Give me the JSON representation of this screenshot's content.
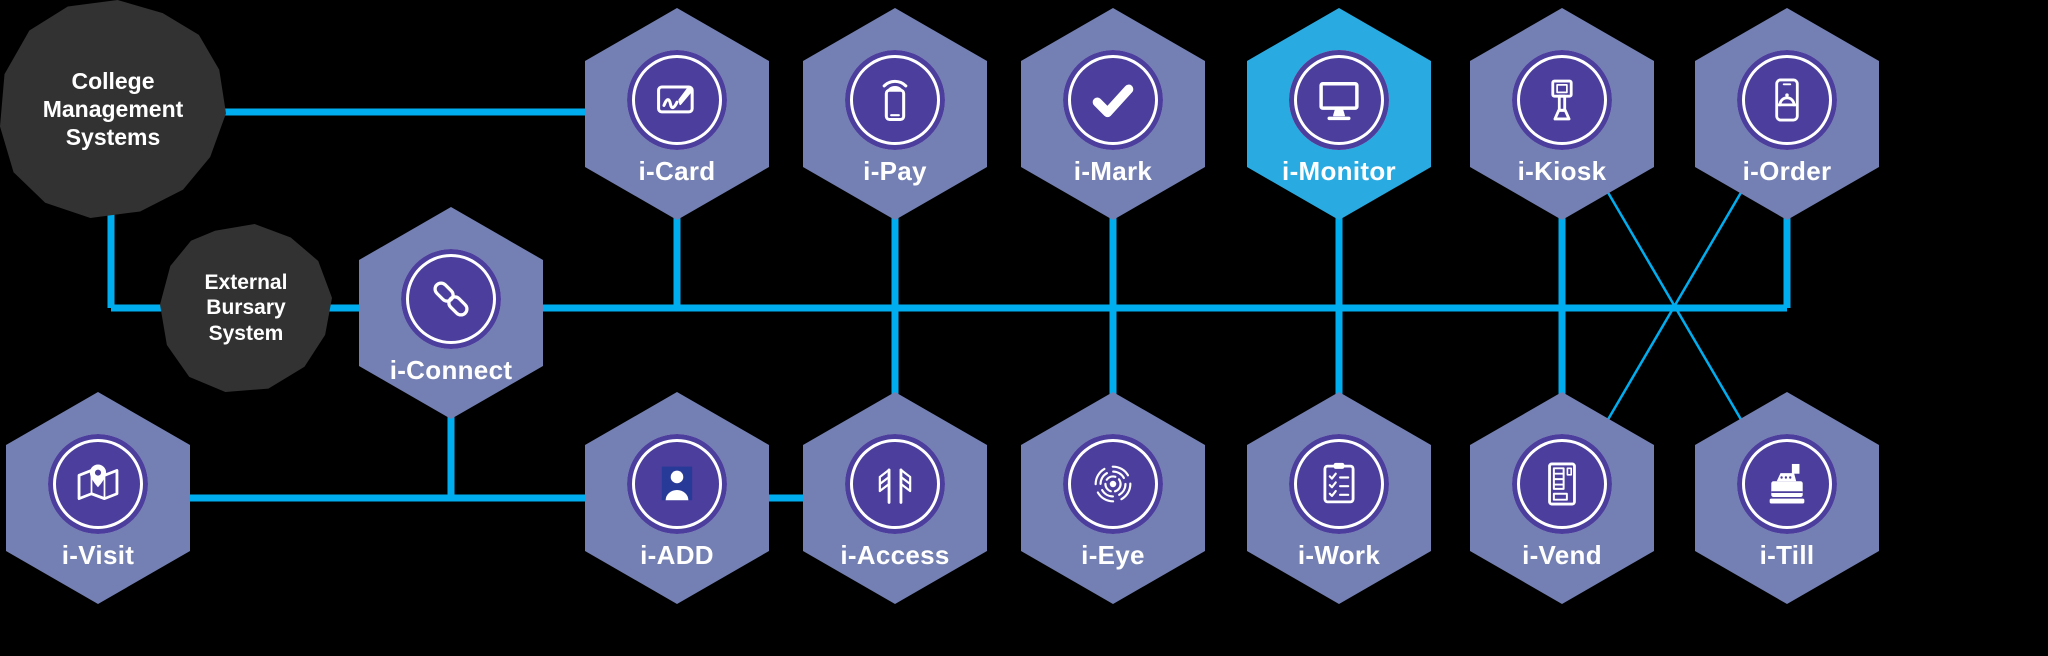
{
  "diagram": {
    "title": "i-Product ecosystem diagram",
    "colors": {
      "background": "#000000",
      "connector": "#00aeef",
      "hexagon": "#7480b3",
      "hexagon_highlight": "#29abe2",
      "icon_circle": "#4b3e9d",
      "external_system": "#323232"
    },
    "external_systems": [
      {
        "name": "College Management Systems"
      },
      {
        "name": "External Bursary System"
      }
    ],
    "nodes": [
      {
        "label": "i-Card",
        "icon": "signature-card-icon",
        "highlighted": false
      },
      {
        "label": "i-Pay",
        "icon": "mobile-payment-icon",
        "highlighted": false
      },
      {
        "label": "i-Mark",
        "icon": "checkmark-icon",
        "highlighted": false
      },
      {
        "label": "i-Monitor",
        "icon": "monitor-icon",
        "highlighted": true
      },
      {
        "label": "i-Kiosk",
        "icon": "kiosk-icon",
        "highlighted": false
      },
      {
        "label": "i-Order",
        "icon": "phone-order-icon",
        "highlighted": false
      },
      {
        "label": "i-Connect",
        "icon": "chain-link-icon",
        "highlighted": false
      },
      {
        "label": "i-Visit",
        "icon": "map-pin-icon",
        "highlighted": false
      },
      {
        "label": "i-ADD",
        "icon": "person-icon",
        "highlighted": false
      },
      {
        "label": "i-Access",
        "icon": "turnstile-icon",
        "highlighted": false
      },
      {
        "label": "i-Eye",
        "icon": "iris-scan-icon",
        "highlighted": false
      },
      {
        "label": "i-Work",
        "icon": "checklist-icon",
        "highlighted": false
      },
      {
        "label": "i-Vend",
        "icon": "vending-machine-icon",
        "highlighted": false
      },
      {
        "label": "i-Till",
        "icon": "cash-register-icon",
        "highlighted": false
      }
    ],
    "connections": [
      {
        "from": "College Management Systems",
        "to": "i-Card"
      },
      {
        "from": "College Management Systems",
        "to": "central-bus"
      },
      {
        "from": "External Bursary System",
        "to": "central-bus"
      },
      {
        "from": "i-Connect",
        "to": "central-bus"
      },
      {
        "from": "i-Card",
        "to": "central-bus"
      },
      {
        "from": "i-Pay",
        "to": "central-bus"
      },
      {
        "from": "i-Mark",
        "to": "central-bus"
      },
      {
        "from": "i-Monitor",
        "to": "central-bus"
      },
      {
        "from": "i-Kiosk",
        "to": "central-bus"
      },
      {
        "from": "i-Order",
        "to": "central-bus"
      },
      {
        "from": "i-Access",
        "to": "central-bus"
      },
      {
        "from": "i-Eye",
        "to": "central-bus"
      },
      {
        "from": "i-Work",
        "to": "central-bus"
      },
      {
        "from": "i-Vend",
        "to": "central-bus"
      },
      {
        "from": "i-Kiosk",
        "to": "i-Till"
      },
      {
        "from": "i-Order",
        "to": "i-Vend"
      },
      {
        "from": "i-Connect",
        "to": "i-Visit"
      },
      {
        "from": "i-Connect",
        "to": "i-ADD"
      },
      {
        "from": "i-Visit",
        "to": "i-ADD"
      },
      {
        "from": "i-ADD",
        "to": "i-Access"
      }
    ]
  }
}
